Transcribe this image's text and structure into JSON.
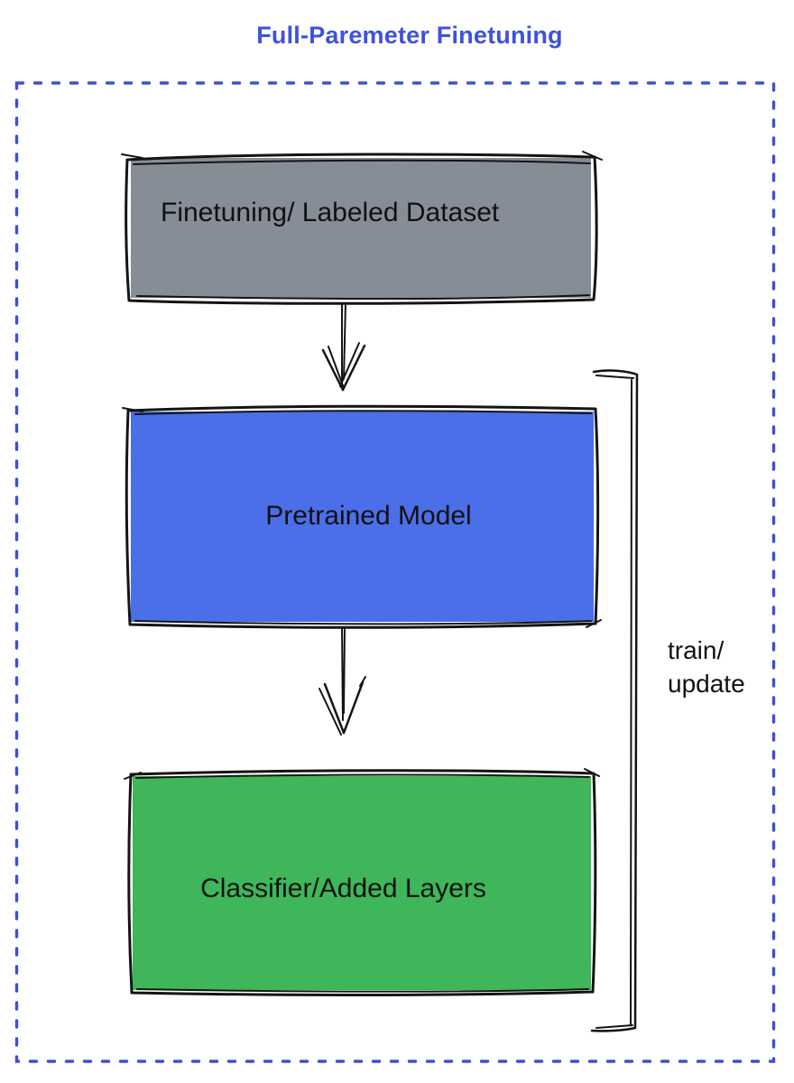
{
  "title": "Full-Paremeter Finetuning",
  "colors": {
    "title": "#3D52DC",
    "border": "#3E50D3",
    "stroke": "#141414",
    "label": "#111111",
    "node_dataset": "#868D96",
    "node_pretrained": "#4A6FE9",
    "node_classifier": "#3EB659"
  },
  "diagram": {
    "nodes": [
      {
        "id": "dataset",
        "label": "Finetuning/ Labeled Dataset"
      },
      {
        "id": "pretrained",
        "label": "Pretrained Model"
      },
      {
        "id": "classifier",
        "label": "Classifier/Added Layers"
      }
    ],
    "edges": [
      {
        "from": "dataset",
        "to": "pretrained"
      },
      {
        "from": "pretrained",
        "to": "classifier"
      }
    ],
    "bracket_label": "train/\nupdate"
  }
}
